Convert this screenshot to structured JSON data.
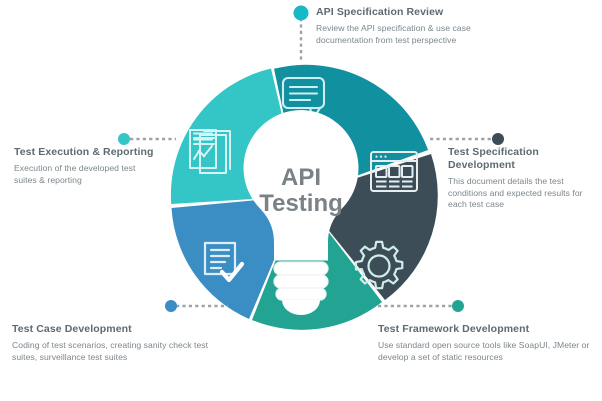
{
  "center": {
    "line1": "API",
    "line2": "Testing",
    "icon": "lightbulb-icon",
    "text_color": "#7a8287",
    "bulb_color": "#ffffff"
  },
  "palette": {
    "background": "#ffffff",
    "segment_top": "#11909f",
    "segment_right": "#3d4d57",
    "segment_bottom_right": "#23a392",
    "segment_bottom_left": "#3b8ec4",
    "segment_left": "#34c6c6",
    "dot_teal": "#17b9c6",
    "dot_dark": "#3d4d57",
    "dot_green": "#23a392",
    "dot_blue": "#3b8ec4",
    "dashed_line": "#9aa4aa",
    "title_text": "#5d6a72",
    "desc_text": "#7b868c",
    "icon_stroke": "#ffffff"
  },
  "segments": [
    {
      "id": "api-specification-review",
      "position": "top",
      "color": "#11909f",
      "icon": "speech-bubble-icon",
      "title": "API Specification Review",
      "desc": "Review the API specification & use case documentation from test perspective",
      "dot_color": "#17b9c6"
    },
    {
      "id": "test-specification-development",
      "position": "right",
      "color": "#3d4d57",
      "icon": "browser-window-icon",
      "title": "Test Specification Development",
      "desc": "This document details the test conditions and expected results for each test case",
      "dot_color": "#3d4d57"
    },
    {
      "id": "test-framework-development",
      "position": "bottom-right",
      "color": "#23a392",
      "icon": "gear-icon",
      "title": "Test Framework Development",
      "desc": "Use standard open source tools like SoapUI, JMeter or develop a set of static resources",
      "dot_color": "#23a392"
    },
    {
      "id": "test-case-development",
      "position": "bottom-left",
      "color": "#3b8ec4",
      "icon": "document-check-icon",
      "title": "Test Case Development",
      "desc": "Coding of test scenarios, creating sanity check test suites, surveillance test suites",
      "dot_color": "#3b8ec4"
    },
    {
      "id": "test-execution-reporting",
      "position": "left",
      "color": "#34c6c6",
      "icon": "report-chart-icon",
      "title": "Test Execution & Reporting",
      "desc": "Execution of the developed test suites & reporting",
      "dot_color": "#34c6c6"
    }
  ]
}
